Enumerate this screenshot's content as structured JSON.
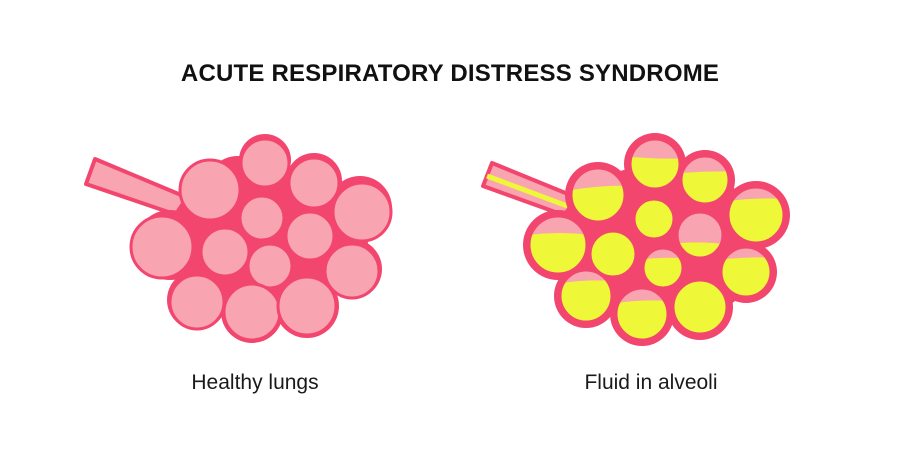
{
  "title": "ACUTE RESPIRATORY DISTRESS SYNDROME",
  "left_panel": {
    "caption": "Healthy lungs"
  },
  "right_panel": {
    "caption": "Fluid in alveoli"
  },
  "colors": {
    "tissue": "#f2466f",
    "alveolus_air": "#f9a4b1",
    "fluid": "#eef738",
    "caption_text": "#1a1a1a",
    "title_text": "#111111"
  },
  "icons": [
    "healthy-alveoli-cluster-icon",
    "fluid-alveoli-cluster-icon"
  ]
}
